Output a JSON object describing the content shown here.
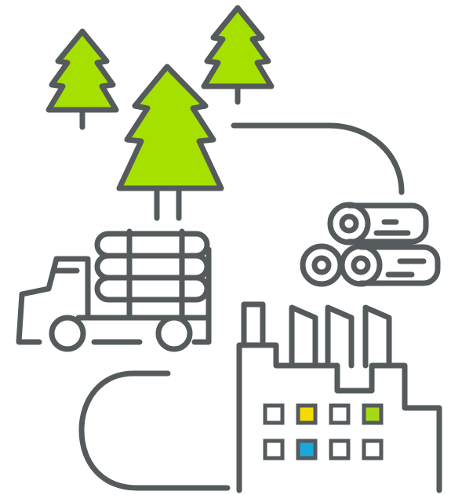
{
  "colors": {
    "outline": "#555a5c",
    "tree_fill": "#a6e000",
    "background": "#ffffff",
    "window_empty": "#ffffff",
    "window_yellow": "#f5dc00",
    "window_green": "#a6d81a",
    "window_blue": "#1aa8dc"
  },
  "icons": [
    "tree-icon",
    "log-pile-icon",
    "logging-truck-icon",
    "factory-icon"
  ],
  "factory": {
    "windows_top": [
      "empty",
      "yellow",
      "empty",
      "green"
    ],
    "windows_bottom": [
      "empty",
      "blue",
      "empty",
      "empty"
    ]
  }
}
